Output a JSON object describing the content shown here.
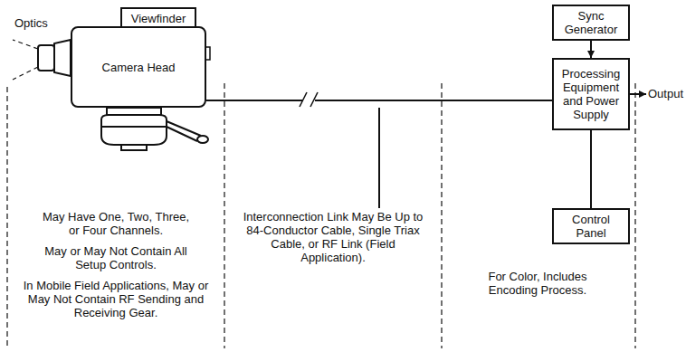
{
  "diagram": {
    "nodes": [
      {
        "text": [
          "Viewfinder"
        ]
      },
      {
        "text": [
          "Camera Head"
        ]
      },
      {
        "text": [
          "Sync Generator"
        ]
      },
      {
        "text": [
          "Processing Equipment and Power Supply"
        ]
      },
      {
        "text": [
          "Control Panel"
        ]
      }
    ],
    "edges": [
      {
        "from": 2,
        "to": 3,
        "arrow": "to"
      },
      {
        "from": 1,
        "to": 3,
        "arrow": "none"
      },
      {
        "from": 1,
        "to": 4,
        "arrow": "none"
      },
      {
        "from": 3,
        "to": 4,
        "arrow": "none"
      }
    ],
    "labels": [
      "Optics",
      "May Have One, Two, Three, or Four Channels.",
      "May or May Not Contain All Setup Controls.",
      "In Mobile Field Applications, May or May Not Contain RF Sending and Receiving Gear.",
      "Interconnection Link May Be Up to 84-Conductor Cable, Single Triax Cable, or RF Link (Field Application).",
      "For Color, Includes Encoding Process.",
      "Output"
    ]
  }
}
